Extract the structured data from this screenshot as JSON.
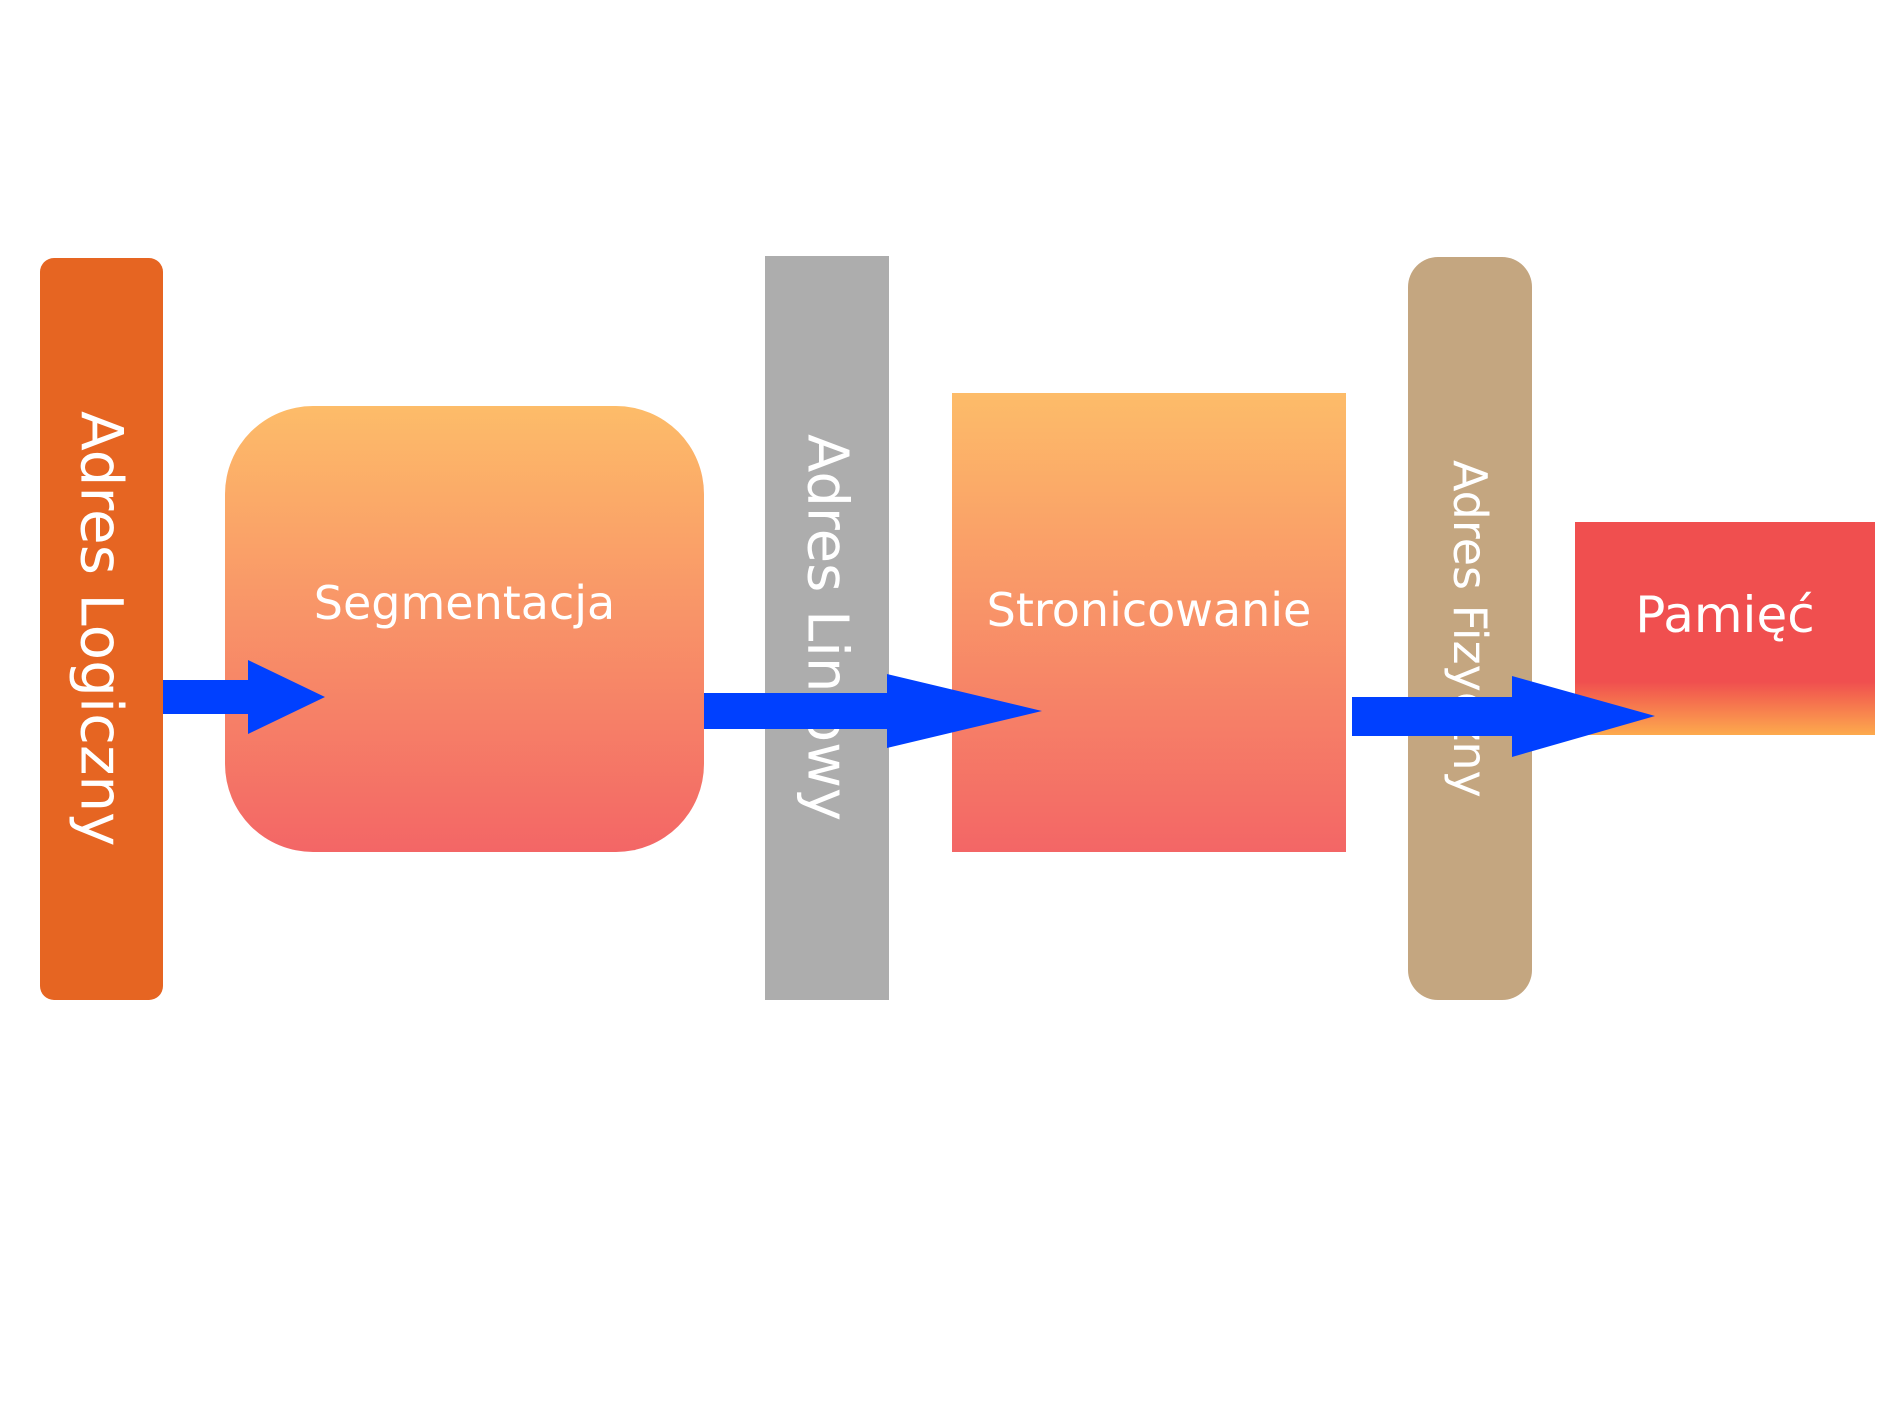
{
  "colors": {
    "logical": "#e66522",
    "linear": "#adadad",
    "physical": "#c4a680",
    "gradient_top": "#fdbc69",
    "gradient_bottom": "#f36666",
    "memory": "#f04f4f",
    "memory_bottom": "#fdaa4d",
    "arrow": "#0040ff"
  },
  "nodes": {
    "logical_address": "Adres Logiczny",
    "segmentation": "Segmentacja",
    "linear_address": "Adres Liniowy",
    "paging": "Stronicowanie",
    "physical_address": "Adres Fizyczny",
    "memory": "Pamięć"
  }
}
